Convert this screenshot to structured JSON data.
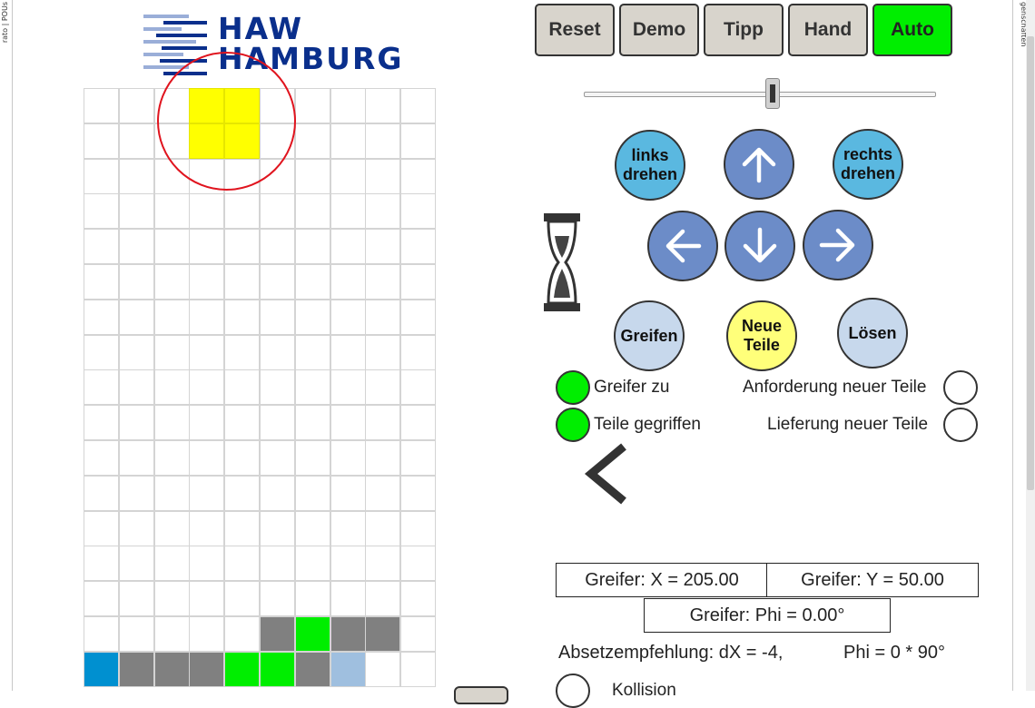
{
  "browser": {
    "left_edge_text": "rato | POUs",
    "right_edge_text": "genschaften"
  },
  "logo": {
    "line1": "HAW",
    "line2": "HAMBURG",
    "color": "#0a2f8c"
  },
  "board": {
    "columns": 10,
    "visible_rows": 17,
    "active_piece_color": "#ffff00",
    "rows_bottom": [
      [
        "empty",
        "empty",
        "empty",
        "empty",
        "empty",
        "gray",
        "green",
        "gray",
        "gray",
        "empty"
      ],
      [
        "blue",
        "gray",
        "gray",
        "gray",
        "green",
        "green",
        "gray",
        "lightblue",
        "empty",
        "empty"
      ]
    ],
    "colors": {
      "gray": "#808080",
      "green": "#00ee00",
      "blue": "#0090d0",
      "lightblue": "#9fbfdf"
    }
  },
  "toolbar": {
    "buttons": [
      {
        "label": "Reset",
        "active": false
      },
      {
        "label": "Demo",
        "active": false
      },
      {
        "label": "Tipp",
        "active": false
      },
      {
        "label": "Hand",
        "active": false
      },
      {
        "label": "Auto",
        "active": true
      }
    ],
    "active_color": "#00ee00"
  },
  "speed_slider": {
    "position": 0.54
  },
  "controls": {
    "rotate_left": "links drehen",
    "rotate_right": "rechts drehen",
    "up_icon": "arrow-up-icon",
    "left_icon": "arrow-left-icon",
    "down_icon": "arrow-down-icon",
    "right_icon": "arrow-right-icon",
    "grab": "Greifen",
    "new_parts": "Neue Teile",
    "release": "Lösen"
  },
  "status": {
    "gripper_closed": {
      "label": "Greifer zu",
      "on": true
    },
    "parts_gripped": {
      "label": "Teile gegriffen",
      "on": true
    },
    "request_new": {
      "label": "Anforderung neuer Teile",
      "on": false
    },
    "delivery_new": {
      "label": "Lieferung neuer Teile",
      "on": false
    },
    "collision": {
      "label": "Kollision",
      "on": false
    }
  },
  "readouts": {
    "x": "Greifer: X = 205.00",
    "y": "Greifer: Y = 50.00",
    "phi": "Greifer: Phi = 0.00°",
    "recommend_dx": "Absetzempfehlung: dX = -4,",
    "recommend_phi": "Phi = 0 * 90°"
  }
}
